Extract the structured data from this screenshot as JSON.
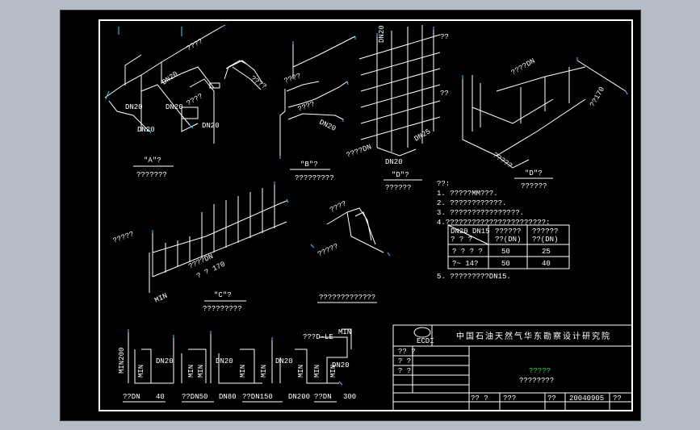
{
  "views": {
    "a_title": "\"A\"?",
    "a_sub": "???????",
    "b_title": "\"B\"?",
    "b_sub": "?????????",
    "d1_title": "\"D\"?",
    "d1_sub": "??????",
    "d2_title": "\"D\"?",
    "d2_sub": "??????",
    "c_title": "\"C\"?",
    "c_sub": "?????????",
    "e_sub": "?????????????"
  },
  "labels": {
    "a1": "????",
    "a2": "DN20",
    "a3": "DN20",
    "a4": "????",
    "a5": "DN20",
    "a6": "DN20",
    "a7": "????",
    "a8": "DN20",
    "b1": "????",
    "b2": "????",
    "b3": "DN20",
    "d1": "DN20",
    "d2": "DN20",
    "d3": "????DN",
    "d4": "DN25",
    "d5": "??",
    "d6": "??",
    "d7": "????DN",
    "d8": "??170",
    "d9": "?????",
    "c1": "?????",
    "c2": "????DN",
    "c3": "? ? 170",
    "c4": "MIN",
    "e1": "????",
    "e2": "?????"
  },
  "notes": {
    "header": "??:",
    "items": [
      "1. ?????MM???.",
      "2. ????????????.",
      "3. ????????????????.",
      "4.???????????????????????:",
      "5. ?????????DN15."
    ]
  },
  "pipe_table": {
    "headers": [
      "DN20   DN15",
      "??????\n??(DN)",
      "??????\n??(DN)"
    ],
    "header_sub": "?  ?  ?",
    "rows": [
      [
        "?  ?  ?  ?",
        "50",
        "25"
      ],
      [
        "?~  14?",
        "50",
        "40"
      ]
    ]
  },
  "details": {
    "labels": [
      "??DN",
      "40",
      "??DN50",
      "DN80",
      "??DN150",
      "DN200",
      "??DN",
      "300"
    ],
    "misc": [
      "MIN200",
      "DN20",
      "MIN",
      "MIN",
      "DN20",
      "MIN",
      "MIN",
      "DN20",
      "MIN",
      "MIN",
      "DN20",
      "???D-LE",
      "MIN",
      "MIN",
      "MIN"
    ]
  },
  "title_block": {
    "company": "中国石油天然气华东勘察设计研究院",
    "logo_text": "ECDI",
    "left_rows": [
      "?? ?",
      "? ?",
      "? ?"
    ],
    "project_line1": "?????",
    "project_line2": "????????",
    "bottom": [
      "?? ?",
      "???",
      "??",
      "20040905",
      "??"
    ]
  },
  "colors": {
    "background": "#000000",
    "line": "#ffffff",
    "accent": "#38d6ff",
    "green_text": "#22e020",
    "outer": "#b4bcc6"
  }
}
